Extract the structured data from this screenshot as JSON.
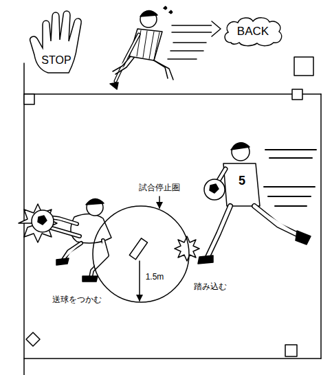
{
  "diagram": {
    "nodes": [
      {
        "text": [
          "STOP"
        ]
      },
      {
        "text": [
          "BACK"
        ]
      },
      {
        "text": [
          "試合停止圏",
          "1.5m"
        ]
      }
    ],
    "labels": [
      "送球をつかむ",
      "踏み込む",
      "5"
    ]
  }
}
